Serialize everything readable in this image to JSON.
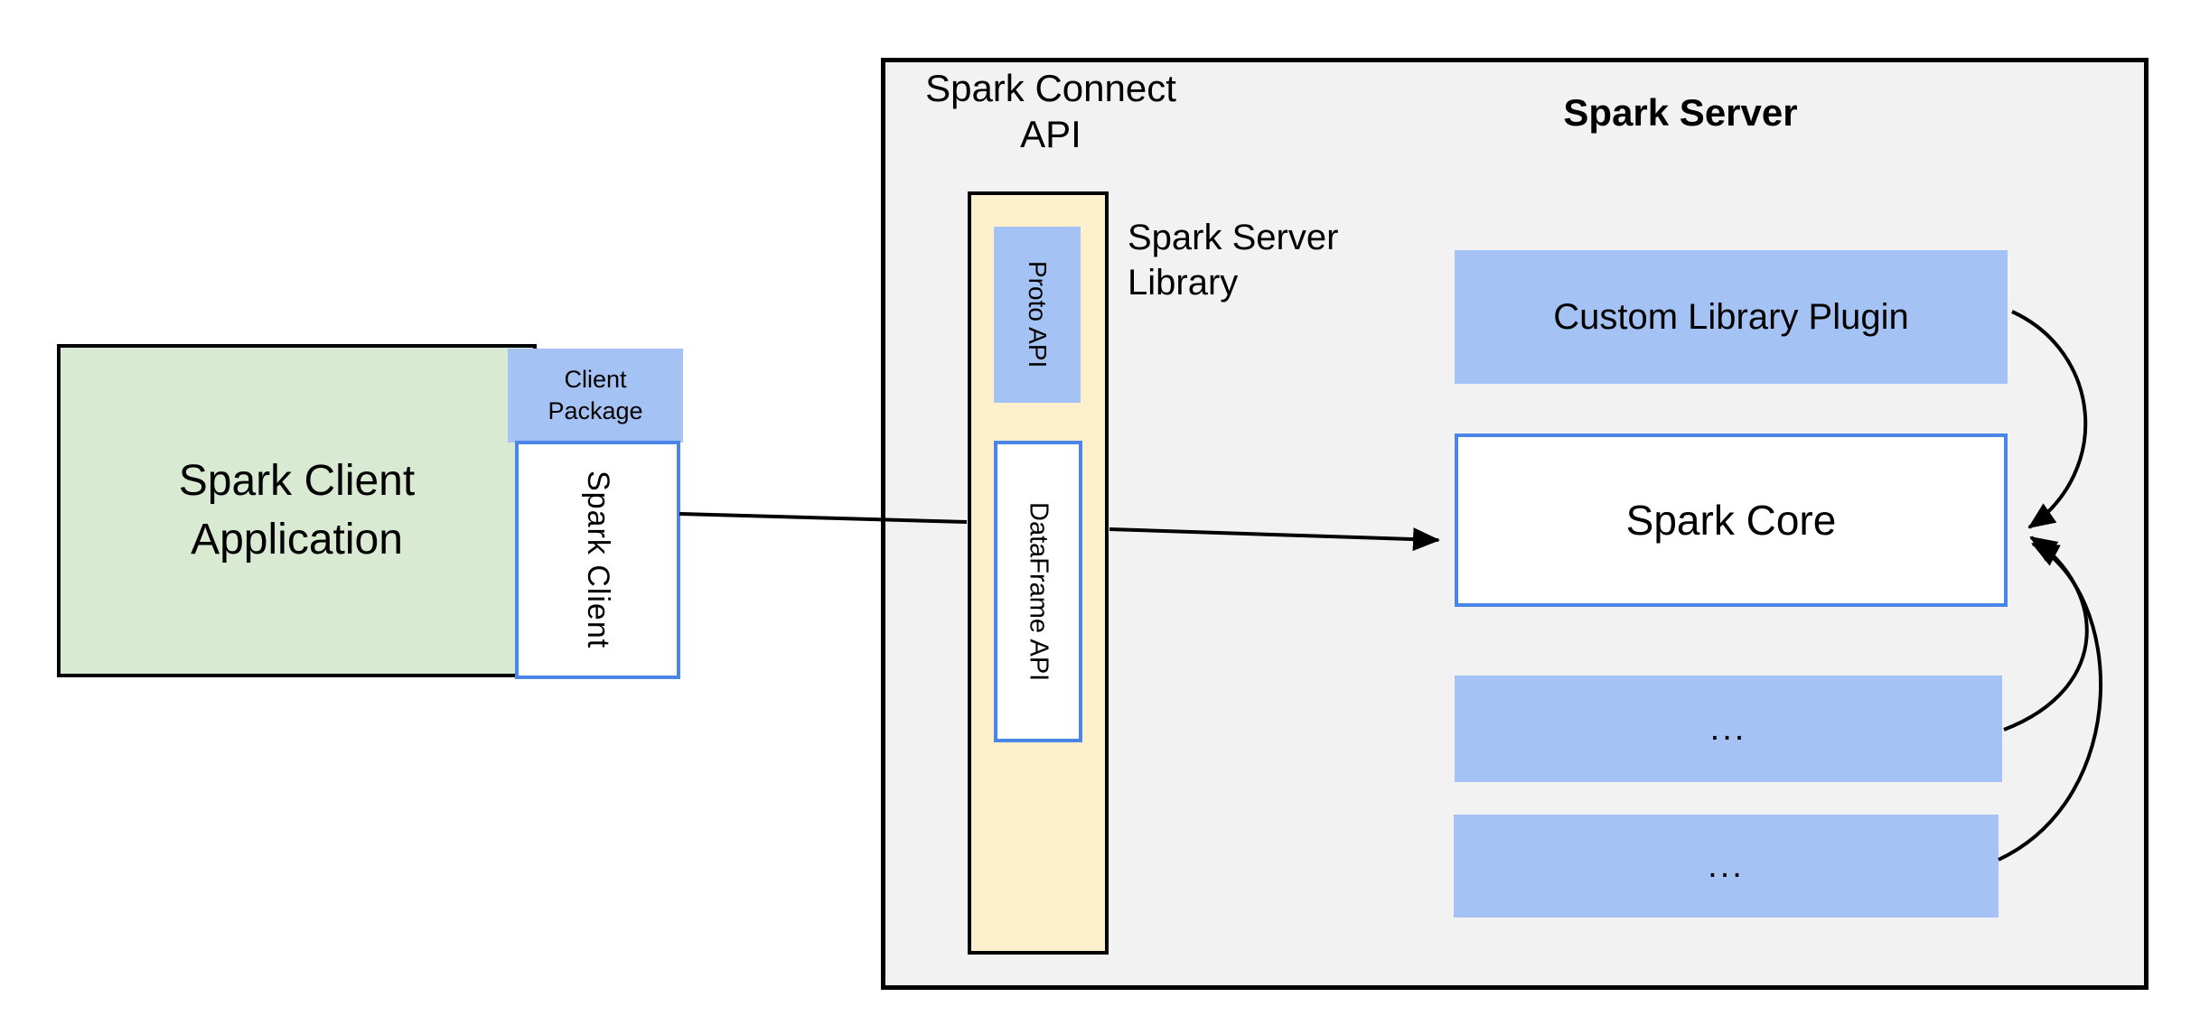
{
  "diagram": {
    "client": {
      "application_label": "Spark Client Application",
      "package_label": "Client Package",
      "client_label": "Spark Client"
    },
    "spark_connect_api": {
      "title": "Spark Connect API",
      "proto_api_label": "Proto API",
      "dataframe_api_label": "DataFrame API"
    },
    "spark_server": {
      "title": "Spark Server",
      "library_label": "Spark Server Library",
      "custom_plugin_label": "Custom Library Plugin",
      "core_label": "Spark Core",
      "placeholder_1": "...",
      "placeholder_2": "..."
    },
    "colors": {
      "client_app_fill": "#d9ead3",
      "accent_blue_fill": "#a4c2f4",
      "connect_api_fill": "#fdf0cd",
      "server_fill": "#f2f2f2",
      "blue_border": "#4a86e8",
      "connector_black": "#000000"
    }
  }
}
